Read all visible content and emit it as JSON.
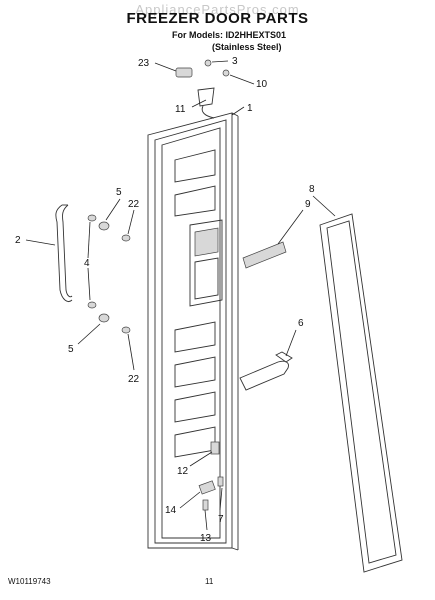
{
  "header": {
    "watermark": "AppliancePartsPros.com",
    "title": "FREEZER DOOR PARTS",
    "model_line": "For Models: ID2HHEXTS01",
    "finish": "(Stainless Steel)"
  },
  "footer": {
    "doc_number": "W10119743",
    "page_number": "11"
  },
  "callouts": [
    "1",
    "2",
    "3",
    "4",
    "5",
    "6",
    "7",
    "8",
    "9",
    "10",
    "11",
    "12",
    "13",
    "14",
    "22",
    "23"
  ]
}
